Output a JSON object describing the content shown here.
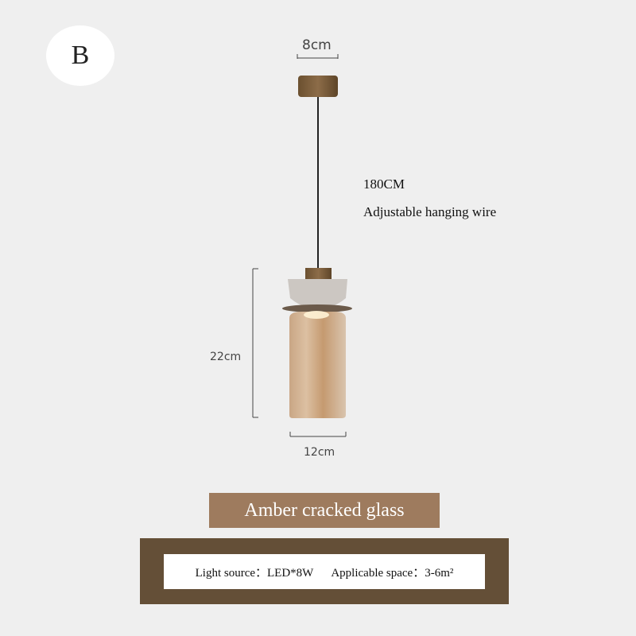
{
  "variant_label": "B",
  "dimensions": {
    "canopy_width": "8cm",
    "height": "22cm",
    "width": "12cm"
  },
  "wire": {
    "length": "180CM",
    "description": "Adjustable hanging wire"
  },
  "product_title": "Amber cracked glass",
  "specs": {
    "light_source": "Light source：LED*8W",
    "applicable_space": "Applicable space：3-6m²"
  },
  "colors": {
    "title_bar": "#9e7b5e",
    "spec_frame": "#644f37",
    "background": "#efefef"
  }
}
